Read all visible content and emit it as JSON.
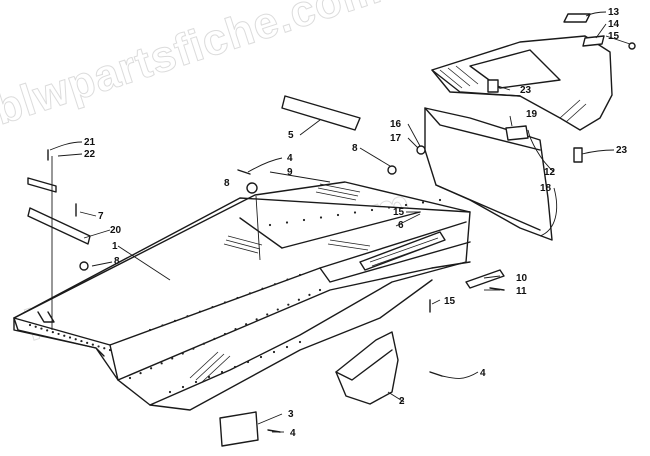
{
  "watermark": "blwpartsfiche.com",
  "callouts": [
    {
      "id": "c1",
      "text": "1"
    },
    {
      "id": "c2",
      "text": "2"
    },
    {
      "id": "c3",
      "text": "3"
    },
    {
      "id": "c4a",
      "text": "4"
    },
    {
      "id": "c4b",
      "text": "4"
    },
    {
      "id": "c4c",
      "text": "4"
    },
    {
      "id": "c5",
      "text": "5"
    },
    {
      "id": "c6",
      "text": "6"
    },
    {
      "id": "c7",
      "text": "7"
    },
    {
      "id": "c8a",
      "text": "8"
    },
    {
      "id": "c8b",
      "text": "8"
    },
    {
      "id": "c8c",
      "text": "8"
    },
    {
      "id": "c9",
      "text": "9"
    },
    {
      "id": "c10",
      "text": "10"
    },
    {
      "id": "c11",
      "text": "11"
    },
    {
      "id": "c12",
      "text": "12"
    },
    {
      "id": "c13",
      "text": "13"
    },
    {
      "id": "c14",
      "text": "14"
    },
    {
      "id": "c15a",
      "text": "15"
    },
    {
      "id": "c15b",
      "text": "15"
    },
    {
      "id": "c15c",
      "text": "15"
    },
    {
      "id": "c16",
      "text": "16"
    },
    {
      "id": "c17",
      "text": "17"
    },
    {
      "id": "c18",
      "text": "18"
    },
    {
      "id": "c19",
      "text": "19"
    },
    {
      "id": "c20",
      "text": "20"
    },
    {
      "id": "c21",
      "text": "21"
    },
    {
      "id": "c22",
      "text": "22"
    },
    {
      "id": "c23a",
      "text": "23"
    },
    {
      "id": "c23b",
      "text": "23"
    }
  ]
}
